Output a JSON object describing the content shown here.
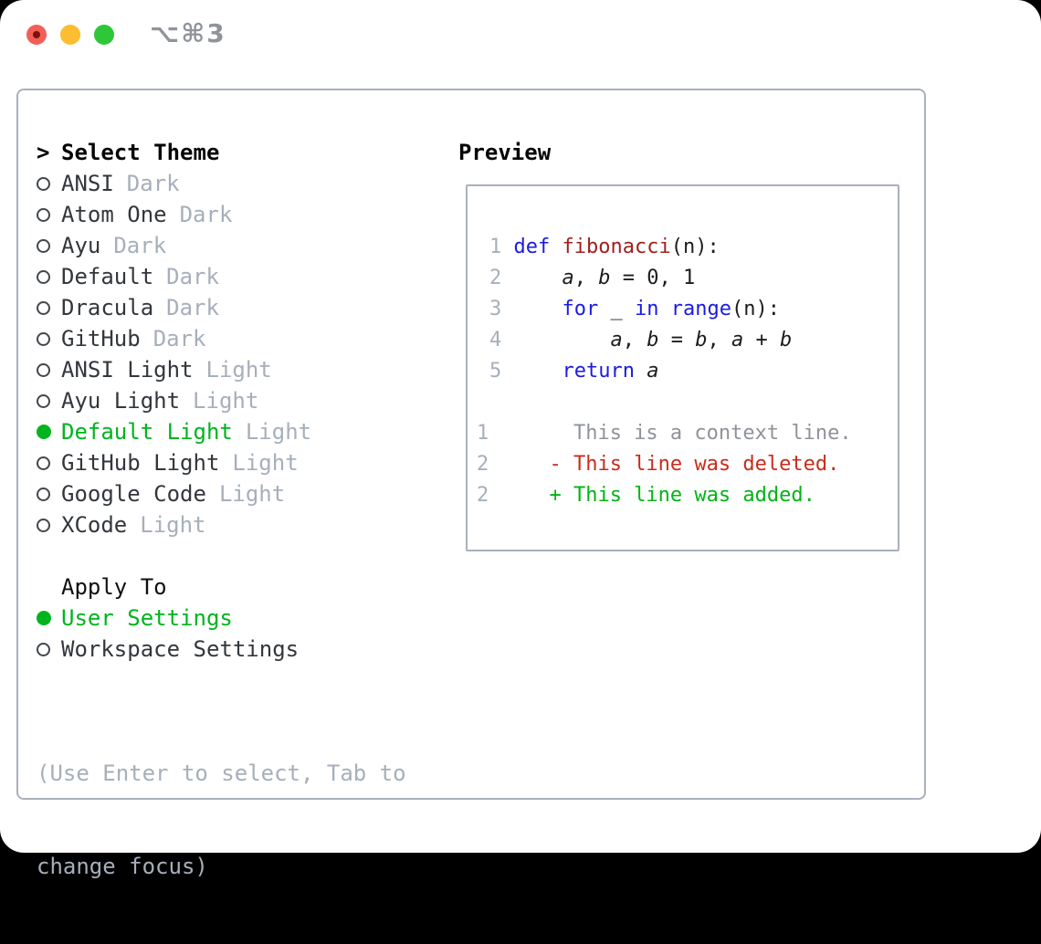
{
  "titlebar": {
    "shortcut": "⌥⌘3",
    "traffic_lights": [
      "close",
      "minimize",
      "zoom"
    ]
  },
  "colors": {
    "selection_green": "#00b41e",
    "keyword_blue": "#1b1be0",
    "function_red": "#a02020",
    "diff_deleted_red": "#c92c1b",
    "diff_added_green": "#00b414",
    "muted_gray": "#a6afba",
    "panel_border": "#a9b1bb",
    "traffic_red": "#f25f57",
    "traffic_yellow": "#fcbd30",
    "traffic_green": "#2ec738"
  },
  "theme_picker": {
    "header": {
      "prompt": ">",
      "label": "Select Theme"
    },
    "items": [
      {
        "name": "ANSI",
        "variant": "Dark",
        "selected": false
      },
      {
        "name": "Atom One",
        "variant": "Dark",
        "selected": false
      },
      {
        "name": "Ayu",
        "variant": "Dark",
        "selected": false
      },
      {
        "name": "Default",
        "variant": "Dark",
        "selected": false
      },
      {
        "name": "Dracula",
        "variant": "Dark",
        "selected": false
      },
      {
        "name": "GitHub",
        "variant": "Dark",
        "selected": false
      },
      {
        "name": "ANSI Light",
        "variant": "Light",
        "selected": false
      },
      {
        "name": "Ayu Light",
        "variant": "Light",
        "selected": false
      },
      {
        "name": "Default Light",
        "variant": "Light",
        "selected": true
      },
      {
        "name": "GitHub Light",
        "variant": "Light",
        "selected": false
      },
      {
        "name": "Google Code",
        "variant": "Light",
        "selected": false
      },
      {
        "name": "XCode",
        "variant": "Light",
        "selected": false
      }
    ],
    "apply_to": {
      "label": "Apply To",
      "options": [
        {
          "name": "User Settings",
          "selected": true
        },
        {
          "name": "Workspace Settings",
          "selected": false
        }
      ]
    },
    "help_lines": [
      "(Use Enter to select, Tab to",
      "change focus)"
    ]
  },
  "preview": {
    "title": "Preview",
    "code_lines": [
      {
        "num": "1",
        "tokens": [
          {
            "text": "def",
            "style": "kw"
          },
          {
            "text": " ",
            "style": "plain"
          },
          {
            "text": "fibonacci",
            "style": "fn"
          },
          {
            "text": "(n):",
            "style": "plain"
          }
        ]
      },
      {
        "num": "2",
        "tokens": [
          {
            "text": "    ",
            "style": "plain"
          },
          {
            "text": "a",
            "style": "var"
          },
          {
            "text": ", ",
            "style": "plain"
          },
          {
            "text": "b",
            "style": "var"
          },
          {
            "text": " = 0, 1",
            "style": "plain"
          }
        ]
      },
      {
        "num": "3",
        "tokens": [
          {
            "text": "    ",
            "style": "plain"
          },
          {
            "text": "for",
            "style": "kw"
          },
          {
            "text": " _ ",
            "style": "plain"
          },
          {
            "text": "in",
            "style": "kw"
          },
          {
            "text": " ",
            "style": "plain"
          },
          {
            "text": "range",
            "style": "kw"
          },
          {
            "text": "(n):",
            "style": "plain"
          }
        ]
      },
      {
        "num": "4",
        "tokens": [
          {
            "text": "        ",
            "style": "plain"
          },
          {
            "text": "a",
            "style": "var"
          },
          {
            "text": ", ",
            "style": "plain"
          },
          {
            "text": "b",
            "style": "var"
          },
          {
            "text": " = ",
            "style": "plain"
          },
          {
            "text": "b",
            "style": "var"
          },
          {
            "text": ", ",
            "style": "plain"
          },
          {
            "text": "a",
            "style": "var"
          },
          {
            "text": " + ",
            "style": "plain"
          },
          {
            "text": "b",
            "style": "var"
          }
        ]
      },
      {
        "num": "5",
        "tokens": [
          {
            "text": "    ",
            "style": "plain"
          },
          {
            "text": "return",
            "style": "kw"
          },
          {
            "text": " ",
            "style": "plain"
          },
          {
            "text": "a",
            "style": "var"
          }
        ]
      }
    ],
    "diff_lines": [
      {
        "num": "1",
        "prefix": " ",
        "text": "This is a context line.",
        "type": "context"
      },
      {
        "num": "2",
        "prefix": "-",
        "text": "This line was deleted.",
        "type": "deleted"
      },
      {
        "num": "2",
        "prefix": "+",
        "text": "This line was added.",
        "type": "added"
      }
    ]
  }
}
